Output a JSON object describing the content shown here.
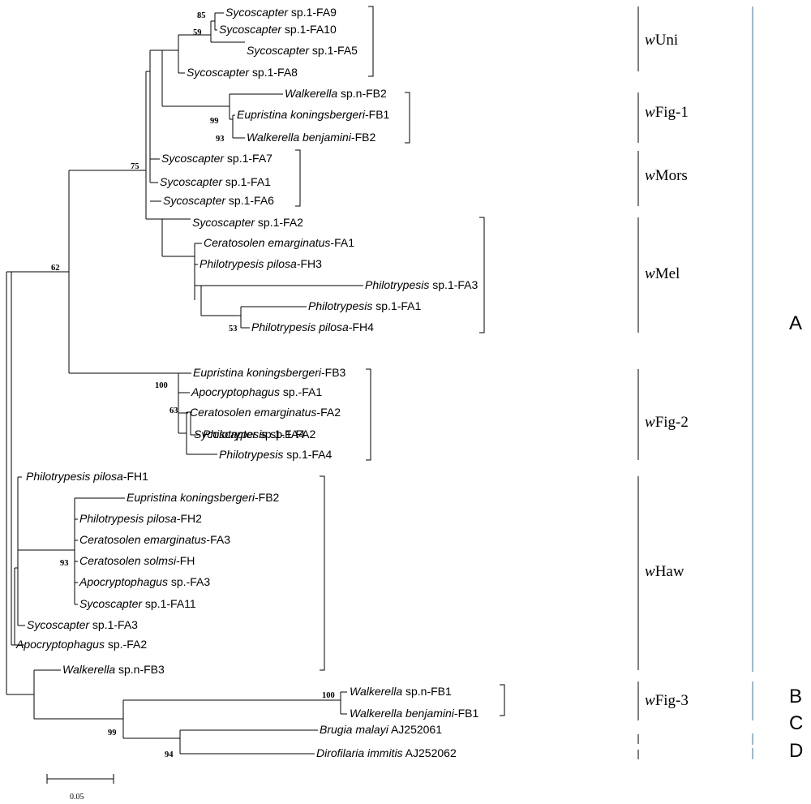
{
  "taxa": [
    {
      "id": "t1",
      "genus": "Sycoscapter",
      "rest": " sp.1-FA9"
    },
    {
      "id": "t2",
      "genus": "Sycoscapter",
      "rest": " sp.1-FA10"
    },
    {
      "id": "t3",
      "genus": "Sycoscapter",
      "rest": " sp.1-FA5"
    },
    {
      "id": "t4",
      "genus": "Sycoscapter",
      "rest": " sp.1-FA8"
    },
    {
      "id": "t5",
      "genus": "Walkerella",
      "rest": " sp.n-FB2"
    },
    {
      "id": "t6",
      "genus": "Eupristina koningsbergeri",
      "rest": "-FB1"
    },
    {
      "id": "t7",
      "genus": "Walkerella benjamini",
      "rest": "-FB2"
    },
    {
      "id": "t8",
      "genus": "Sycoscapter",
      "rest": " sp.1-FA7"
    },
    {
      "id": "t9",
      "genus": "Sycoscapter",
      "rest": " sp.1-FA1"
    },
    {
      "id": "t10",
      "genus": "Sycoscapter",
      "rest": " sp.1-FA6"
    },
    {
      "id": "t11",
      "genus": "Sycoscapter",
      "rest": " sp.1-FA2"
    },
    {
      "id": "t12",
      "genus": "Ceratosolen emarginatus",
      "rest": "-FA1"
    },
    {
      "id": "t13",
      "genus": "Philotrypesis pilosa",
      "rest": "-FH3"
    },
    {
      "id": "t14",
      "genus": "Philotrypesis",
      "rest": " sp.1-FA3"
    },
    {
      "id": "t15",
      "genus": "Philotrypesis",
      "rest": " sp.1-FA1"
    },
    {
      "id": "t16",
      "genus": "Philotrypesis pilosa",
      "rest": "-FH4"
    },
    {
      "id": "t17",
      "genus": "Eupristina koningsbergeri",
      "rest": "-FB3"
    },
    {
      "id": "t18",
      "genus": "Apocryptophagus",
      "rest": " sp.-FA1"
    },
    {
      "id": "t19",
      "genus": "Ceratosolen emarginatus",
      "rest": "-FA2"
    },
    {
      "id": "t20",
      "genus": "Sycoscapter",
      "rest": " sp.1-FA4"
    },
    {
      "id": "t21",
      "genus": "Philotrypesis",
      "rest": " sp.1-FA2"
    },
    {
      "id": "t22",
      "genus": "Philotrypesis",
      "rest": " sp.1-FA4"
    },
    {
      "id": "t23",
      "genus": "Philotrypesis pilosa",
      "rest": "-FH1"
    },
    {
      "id": "t24",
      "genus": "Eupristina koningsbergeri",
      "rest": "-FB2"
    },
    {
      "id": "t25",
      "genus": "Philotrypesis pilosa",
      "rest": "-FH2"
    },
    {
      "id": "t26",
      "genus": "Ceratosolen emarginatus",
      "rest": "-FA3"
    },
    {
      "id": "t27",
      "genus": "Ceratosolen solmsi",
      "rest": "-FH"
    },
    {
      "id": "t28",
      "genus": "Apocryptophagus",
      "rest": " sp.-FA3"
    },
    {
      "id": "t29",
      "genus": "Sycoscapter",
      "rest": " sp.1-FA11"
    },
    {
      "id": "t30",
      "genus": "Sycoscapter",
      "rest": " sp.1-FA3"
    },
    {
      "id": "t31",
      "genus": "Apocryptophagus",
      "rest": " sp.-FA2"
    },
    {
      "id": "t32",
      "genus": "Walkerella",
      "rest": " sp.n-FB3"
    },
    {
      "id": "t33",
      "genus": "Walkerella",
      "rest": " sp.n-FB1"
    },
    {
      "id": "t34",
      "genus": "Walkerella benjamini",
      "rest": "-FB1"
    },
    {
      "id": "t35",
      "genus": "Brugia malayi",
      "rest": " AJ252061"
    },
    {
      "id": "t36",
      "genus": "Dirofilaria immitis",
      "rest": " AJ252062"
    }
  ],
  "support_values": [
    "85",
    "59",
    "99",
    "93",
    "75",
    "62",
    "53",
    "100",
    "63",
    "93",
    "100",
    "99",
    "94"
  ],
  "clades": [
    {
      "id": "c1",
      "prefix": "w",
      "name": "Uni"
    },
    {
      "id": "c2",
      "prefix": "w",
      "name": "Fig-1"
    },
    {
      "id": "c3",
      "prefix": "w",
      "name": "Mors"
    },
    {
      "id": "c4",
      "prefix": "w",
      "name": "Mel"
    },
    {
      "id": "c5",
      "prefix": "w",
      "name": "Fig-2"
    },
    {
      "id": "c6",
      "prefix": "w",
      "name": "Haw"
    },
    {
      "id": "c7",
      "prefix": "w",
      "name": "Fig-3"
    }
  ],
  "groups": [
    "A",
    "B",
    "C",
    "D"
  ],
  "scale_bar": {
    "value": 0.05,
    "label": "0.05"
  },
  "colors": {
    "branch": "#000000",
    "supergroup_bar": "#4a90c8"
  }
}
